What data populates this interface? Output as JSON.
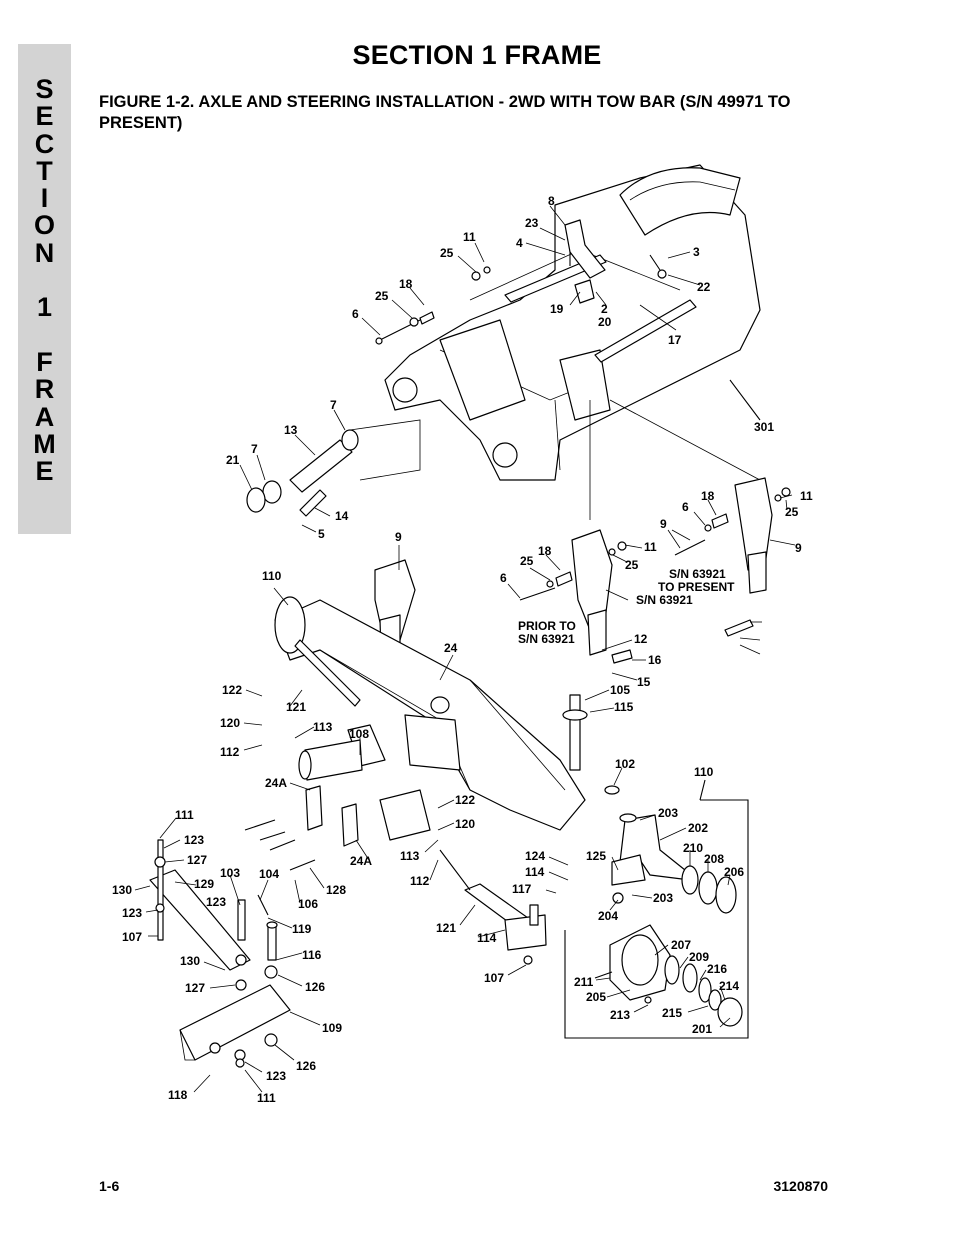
{
  "sidebar": {
    "text": "S\nE\nC\nT\nI\nO\nN\n \n1\n \nF\nR\nA\nM\nE"
  },
  "header": {
    "section_title": "SECTION 1  FRAME"
  },
  "figure": {
    "caption": "FIGURE 1-2.    AXLE AND STEERING INSTALLATION - 2WD WITH TOW BAR (S/N 49971 TO PRESENT)",
    "notes": [
      {
        "line1": "S/N 63921",
        "line2": "TO PRESENT"
      },
      {
        "line1": "PRIOR TO",
        "line2": "S/N 63921"
      }
    ],
    "callouts": [
      "8",
      "23",
      "11",
      "4",
      "25",
      "3",
      "22",
      "18",
      "25",
      "19",
      "2",
      "20",
      "6",
      "17",
      "7",
      "13",
      "7",
      "21",
      "301",
      "14",
      "5",
      "9",
      "18",
      "25",
      "11",
      "6",
      "25",
      "11",
      "25",
      "18",
      "9",
      "6",
      "9",
      "S/N 63921",
      "110",
      "24",
      "12",
      "16",
      "15",
      "122",
      "105",
      "121",
      "120",
      "113",
      "115",
      "112",
      "108",
      "102",
      "24A",
      "110",
      "203",
      "122",
      "202",
      "120",
      "111",
      "123",
      "127",
      "103",
      "113",
      "104",
      "112",
      "124",
      "125",
      "210",
      "208",
      "24A",
      "114",
      "117",
      "130",
      "129",
      "123",
      "206",
      "128",
      "106",
      "123",
      "107",
      "119",
      "204",
      "203",
      "121",
      "114",
      "207",
      "209",
      "116",
      "130",
      "216",
      "127",
      "126",
      "107",
      "211",
      "214",
      "205",
      "215",
      "213",
      "109",
      "201",
      "126",
      "123",
      "118",
      "111"
    ]
  },
  "footer": {
    "page_number": "1-6",
    "doc_number": "3120870"
  }
}
